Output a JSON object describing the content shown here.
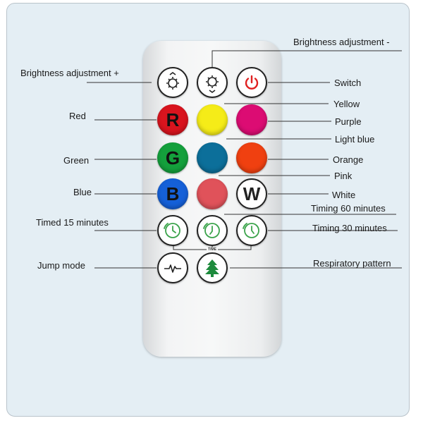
{
  "labels": {
    "brightness_minus": "Brightness adjustment -",
    "brightness_plus": "Brightness adjustment +",
    "switch": "Switch",
    "yellow": "Yellow",
    "red": "Red",
    "purple": "Purple",
    "light_blue": "Light blue",
    "green": "Green",
    "orange": "Orange",
    "pink": "Pink",
    "blue": "Blue",
    "white": "White",
    "timing_60": "Timing 60 minutes",
    "timed_15": "Timed 15 minutes",
    "timing_30": "Timing 30 minutes",
    "jump_mode": "Jump mode",
    "respiratory": "Respiratory pattern"
  },
  "button_letters": {
    "red": "R",
    "green": "G",
    "blue": "B",
    "white": "W"
  },
  "time_tag": "TIME",
  "icons": {
    "brightness_plus": "sun-arrow-up-icon",
    "brightness_minus": "sun-arrow-down-icon",
    "switch": "power-icon",
    "timer": "clock-icon",
    "jump_mode": "pulse-wave-icon",
    "respiratory": "tree-icon"
  },
  "colors": {
    "red": "#d9141e",
    "yellow": "#f5ec18",
    "purple": "#dc0c73",
    "green": "#14a03c",
    "light_blue": "#0c6f9a",
    "orange": "#f04010",
    "blue": "#1560d8",
    "pink": "#e0525a",
    "timer_green": "#3aa34a",
    "power_red": "#e02020",
    "tree_green": "#1d8a3c"
  }
}
